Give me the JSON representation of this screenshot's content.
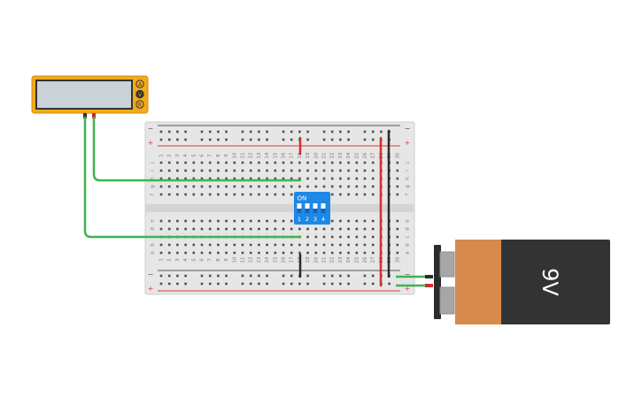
{
  "multimeter": {
    "modes": [
      "A",
      "V",
      "R"
    ],
    "body_color": "#f2a91b",
    "probe_black": "#333333",
    "probe_red": "#c62828"
  },
  "breadboard": {
    "rail_minus": "−",
    "rail_plus": "+",
    "row_letters_top": [
      "j",
      "i",
      "h",
      "g",
      "f"
    ],
    "row_letters_bottom": [
      "e",
      "d",
      "c",
      "b",
      "a"
    ],
    "column_numbers": [
      "1",
      "2",
      "3",
      "4",
      "5",
      "6",
      "7",
      "8",
      "9",
      "10",
      "11",
      "12",
      "13",
      "14",
      "15",
      "16",
      "17",
      "18",
      "19",
      "20",
      "21",
      "22",
      "23",
      "24",
      "25",
      "26",
      "27",
      "28",
      "29",
      "30"
    ],
    "rail_red": "#d93a3a",
    "rail_blue": "#555555"
  },
  "dip_switch": {
    "label": "ON",
    "positions": [
      "1",
      "2",
      "3",
      "4"
    ],
    "color": "#1e88e5"
  },
  "battery": {
    "label": "9V",
    "body_color": "#333333",
    "band_color": "#d68a4c"
  },
  "wires": {
    "green": "#3fb34f",
    "red": "#d32f2f",
    "black": "#2b2b2b"
  }
}
